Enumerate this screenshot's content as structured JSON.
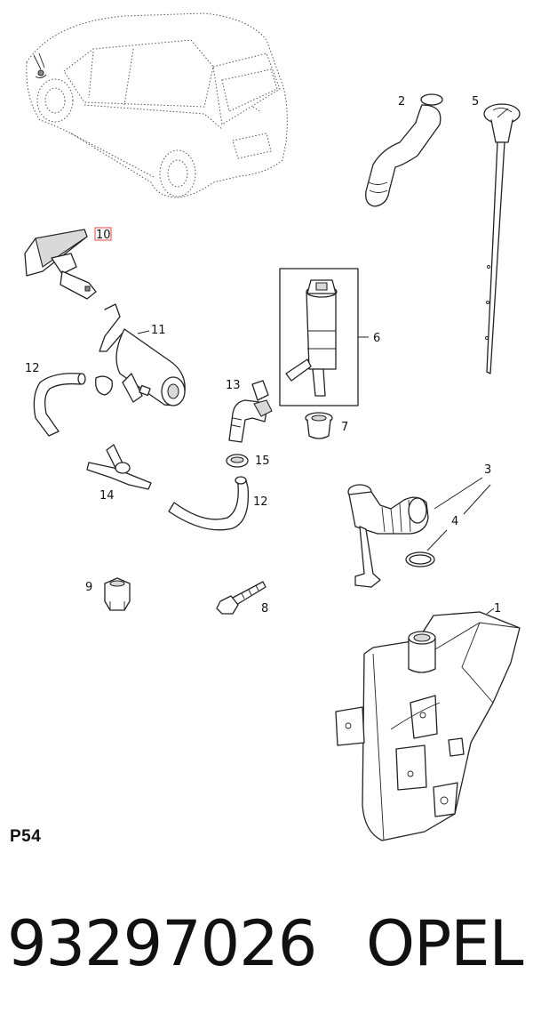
{
  "diagram": {
    "code": "P54",
    "callouts": {
      "c1": "1",
      "c2": "2",
      "c3": "3",
      "c4": "4",
      "c5": "5",
      "c6": "6",
      "c7": "7",
      "c8": "8",
      "c9": "9",
      "c10": "10",
      "c11": "11",
      "c12a": "12",
      "c12b": "12",
      "c13": "13",
      "c14": "14",
      "c15": "15"
    },
    "highlight_color": "#e44444"
  },
  "footer": {
    "part_number": "93297026",
    "brand": "OPEL"
  }
}
